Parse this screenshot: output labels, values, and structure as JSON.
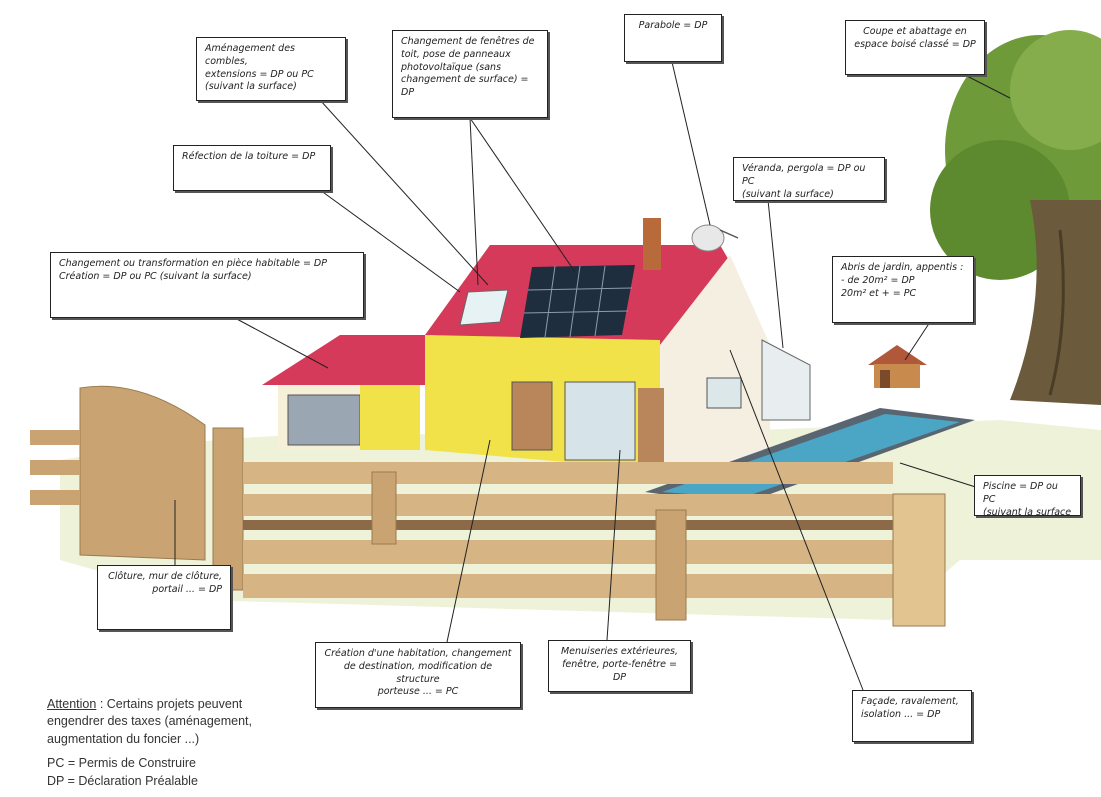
{
  "callouts": {
    "combles": "Aménagement des combles,\nextensions = DP ou PC\n(suivant la surface)",
    "fenetres_toit": "Changement de fenêtres de\ntoit, pose de panneaux\nphotovoltaïque (sans\nchangement de surface) = DP",
    "parabole": "Parabole = DP",
    "coupe_abattage": "Coupe et abattage en\nespace boisé classé = DP",
    "refection_toiture": "Réfection de la toiture = DP",
    "veranda": "Véranda, pergola = DP ou PC\n(suivant la surface)",
    "piece_habitable": "Changement ou transformation en pièce habitable = DP\nCréation = DP ou PC (suivant la surface)",
    "abris_jardin": "Abris de jardin, appentis :\n- de 20m² = DP\n20m² et + = PC",
    "piscine": "Piscine = DP ou PC\n(suivant la surface",
    "cloture": "Clôture, mur de clôture,\nportail ... = DP",
    "habitation": "Création d'une habitation, changement\nde destination, modification de structure\nporteuse ... = PC",
    "menuiseries": "Menuiseries extérieures,\nfenêtre, porte-fenêtre = DP",
    "facade": "Façade, ravalement,\nisolation ... = DP"
  },
  "notes": {
    "attention_label": "Attention",
    "attention_text": " : Certains projets peuvent\nengendrer des taxes (aménagement,\naugmentation du foncier ...)",
    "pc_legend": "PC = Permis de Construire",
    "dp_legend": "DP = Déclaration Préalable"
  },
  "colors": {
    "roof": "#d63a5a",
    "wall_yellow": "#f2e24a",
    "wall_cream": "#f4efe0",
    "fence": "#c9a472",
    "pool_water": "#4aa6c4",
    "pool_rim": "#5a6572",
    "tree_foliage": "#6f9a3a",
    "tree_trunk": "#6b5a3c",
    "grass": "#e9efcf"
  }
}
